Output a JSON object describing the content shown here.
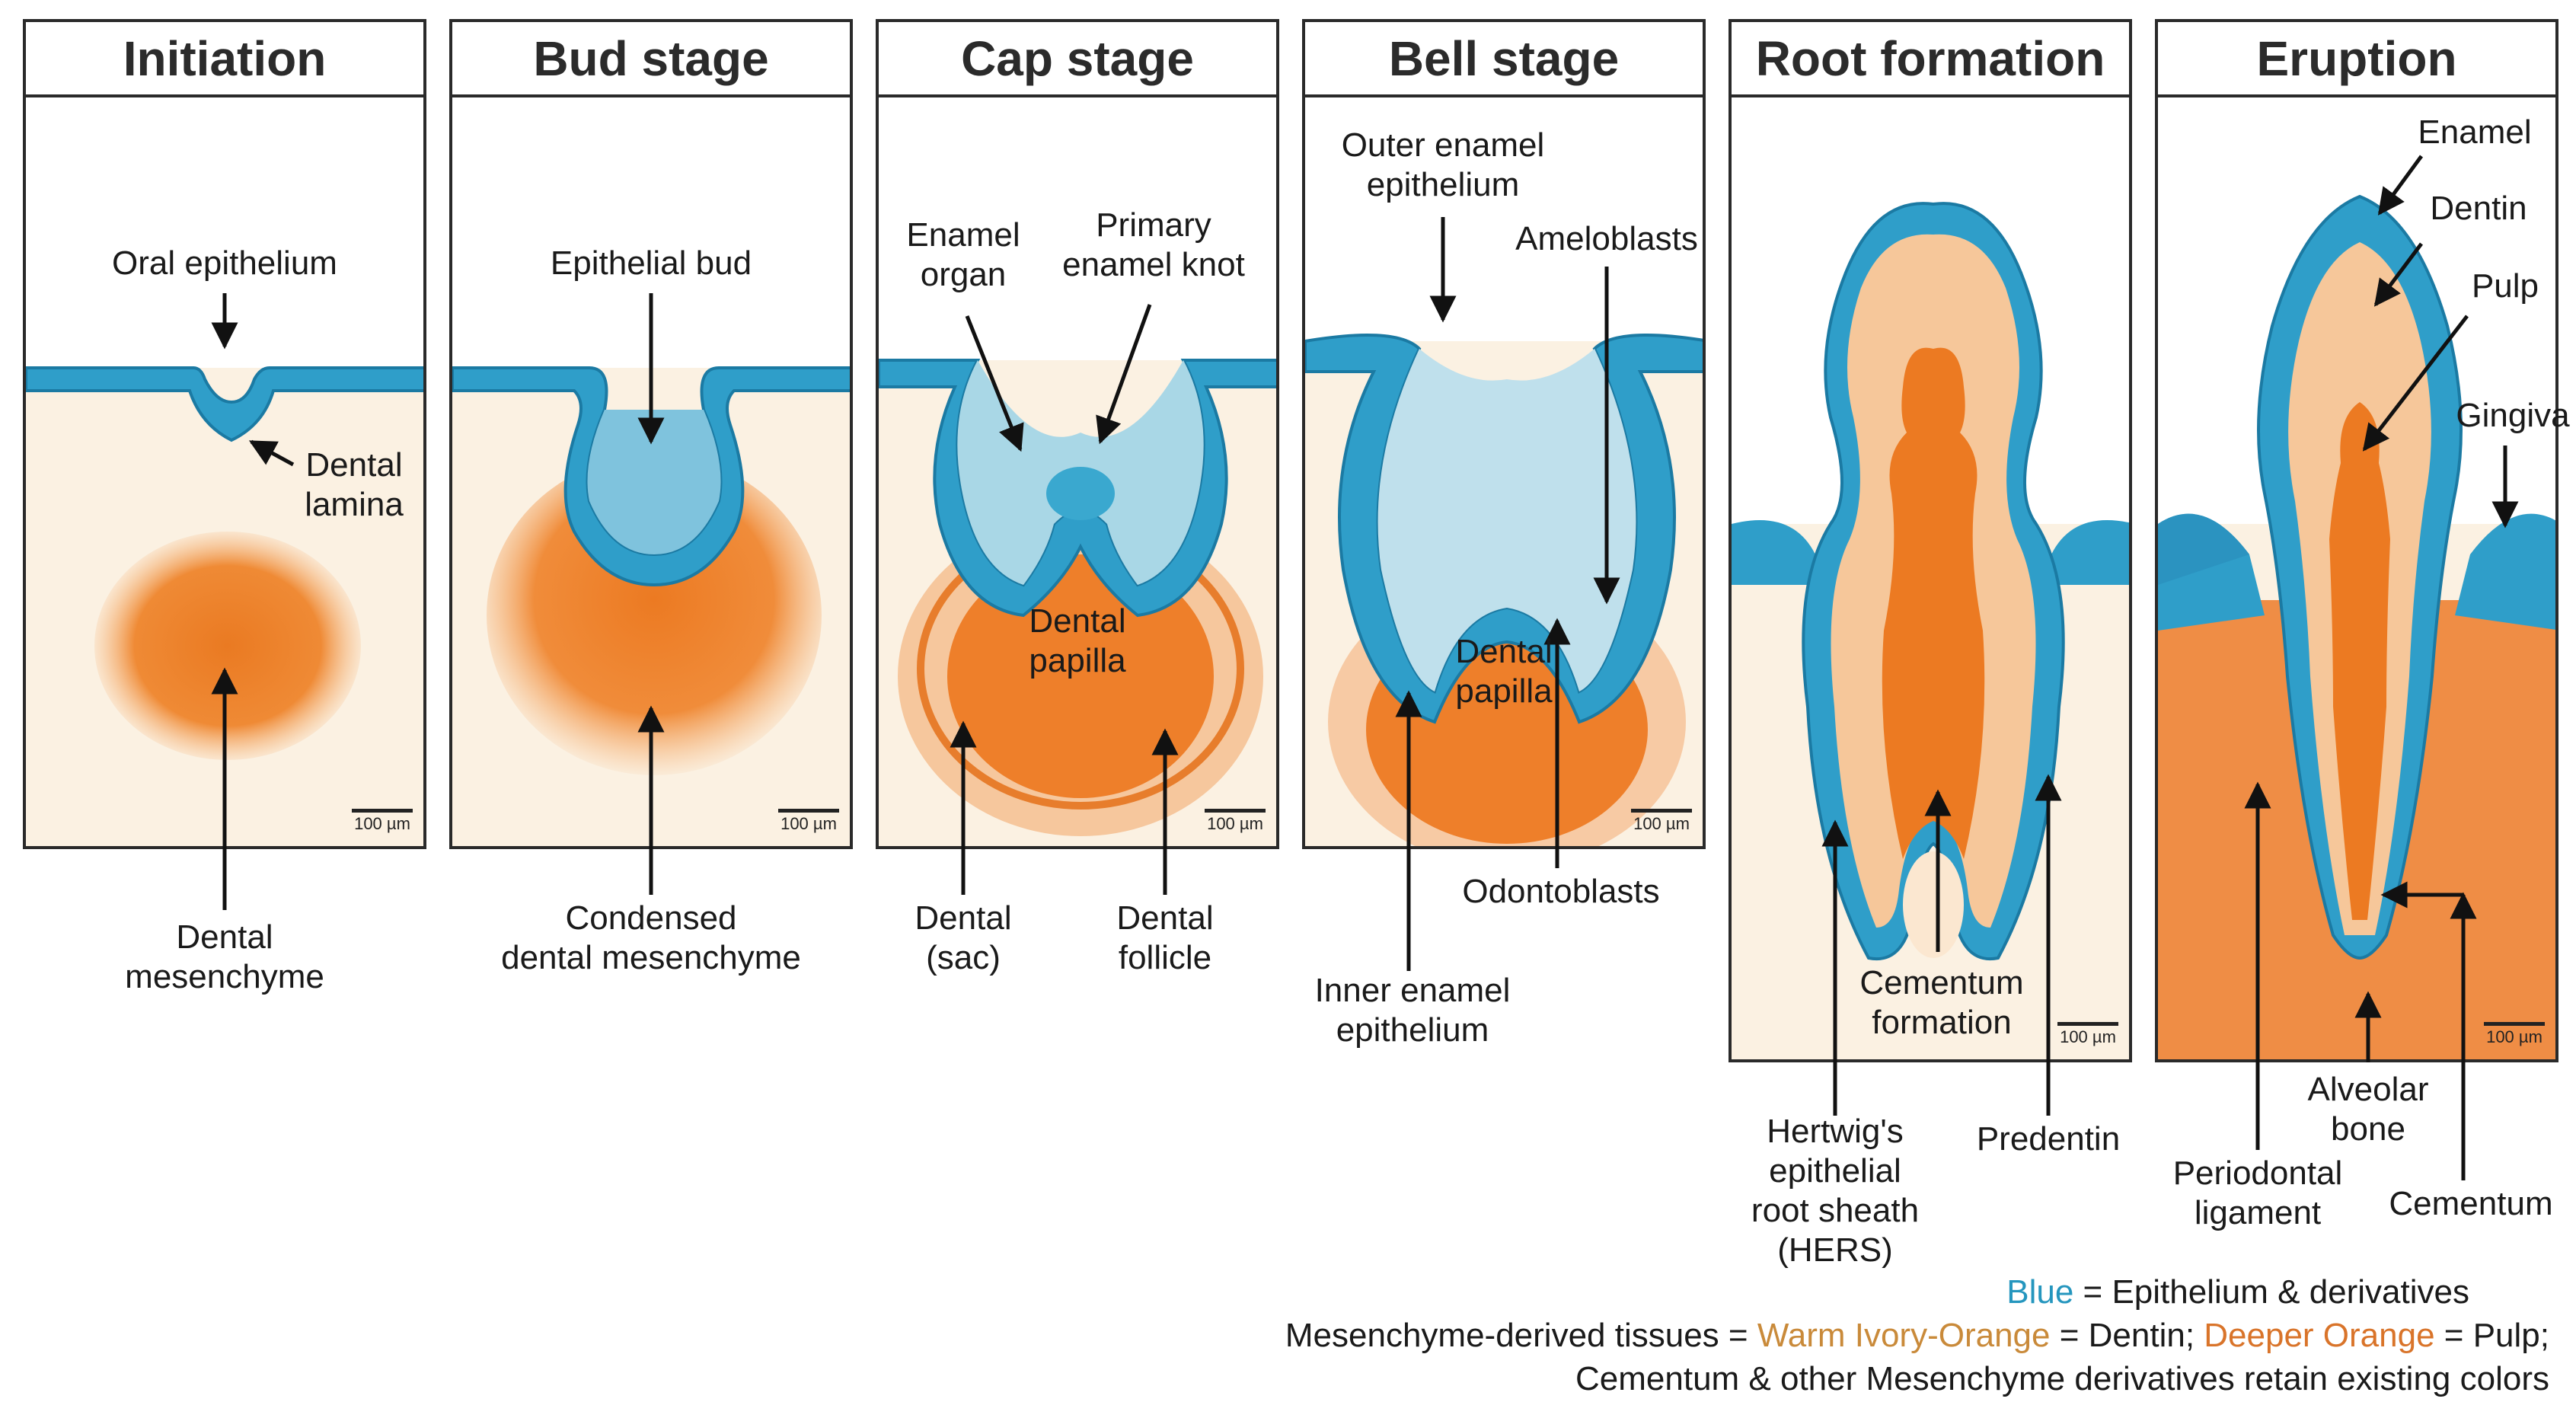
{
  "panels": [
    {
      "title": "Initiation",
      "scale": "100 µm"
    },
    {
      "title": "Bud stage",
      "scale": "100 µm"
    },
    {
      "title": "Cap stage",
      "scale": "100 µm"
    },
    {
      "title": "Bell stage",
      "scale": "100 µm"
    },
    {
      "title": "Root formation",
      "scale": "100 µm"
    },
    {
      "title": "Eruption",
      "scale": "100 µm"
    }
  ],
  "labels": {
    "oral_epithelium": "Oral epithelium",
    "dental_lamina_1": "Dental",
    "dental_lamina_2": "lamina",
    "dental_mesenchyme_1": "Dental",
    "dental_mesenchyme_2": "mesenchyme",
    "epithelial_bud": "Epithelial bud",
    "condensed_1": "Condensed",
    "condensed_2": "dental mesenchyme",
    "enamel_organ_1": "Enamel",
    "enamel_organ_2": "organ",
    "primary_knot_1": "Primary",
    "primary_knot_2": "enamel knot",
    "cap_papilla_1": "Dental",
    "cap_papilla_2": "papilla",
    "dental_sac_1": "Dental",
    "dental_sac_2": "(sac)",
    "dental_follicle_1": "Dental",
    "dental_follicle_2": "follicle",
    "outer_enamel_1": "Outer enamel",
    "outer_enamel_2": "epithelium",
    "ameloblasts": "Ameloblasts",
    "bell_papilla_1": "Dental",
    "bell_papilla_2": "papilla",
    "odontoblasts": "Odontoblasts",
    "inner_enamel_1": "Inner enamel",
    "inner_enamel_2": "epithelium",
    "cementum_formation_1": "Cementum",
    "cementum_formation_2": "formation",
    "hers_1": "Hertwig's",
    "hers_2": "epithelial",
    "hers_3": "root sheath",
    "hers_4": "(HERS)",
    "predentin": "Predentin",
    "enamel": "Enamel",
    "dentin": "Dentin",
    "pulp": "Pulp",
    "gingiva": "Gingiva",
    "alveolar_1": "Alveolar",
    "alveolar_2": "bone",
    "periodontal_1": "Periodontal",
    "periodontal_2": "ligament",
    "cementum": "Cementum"
  },
  "legend": {
    "line1_colored": "Blue",
    "line1_rest": " = Epithelium & derivatives",
    "line2_prefix": "Mesenchyme-derived tissues = ",
    "line2_warm": "Warm Ivory-Orange",
    "line2_mid": " = Dentin; ",
    "line2_deep": "Deeper Orange",
    "line2_end": " = Pulp;",
    "line3": "Cementum & other Mesenchyme derivatives retain existing colors"
  },
  "colors": {
    "epithelium_blue": "#2b97c4",
    "dentin_ivory": "#f6c79a",
    "pulp_orange": "#ec7a22",
    "tissue_bg": "#fbf1e2"
  }
}
